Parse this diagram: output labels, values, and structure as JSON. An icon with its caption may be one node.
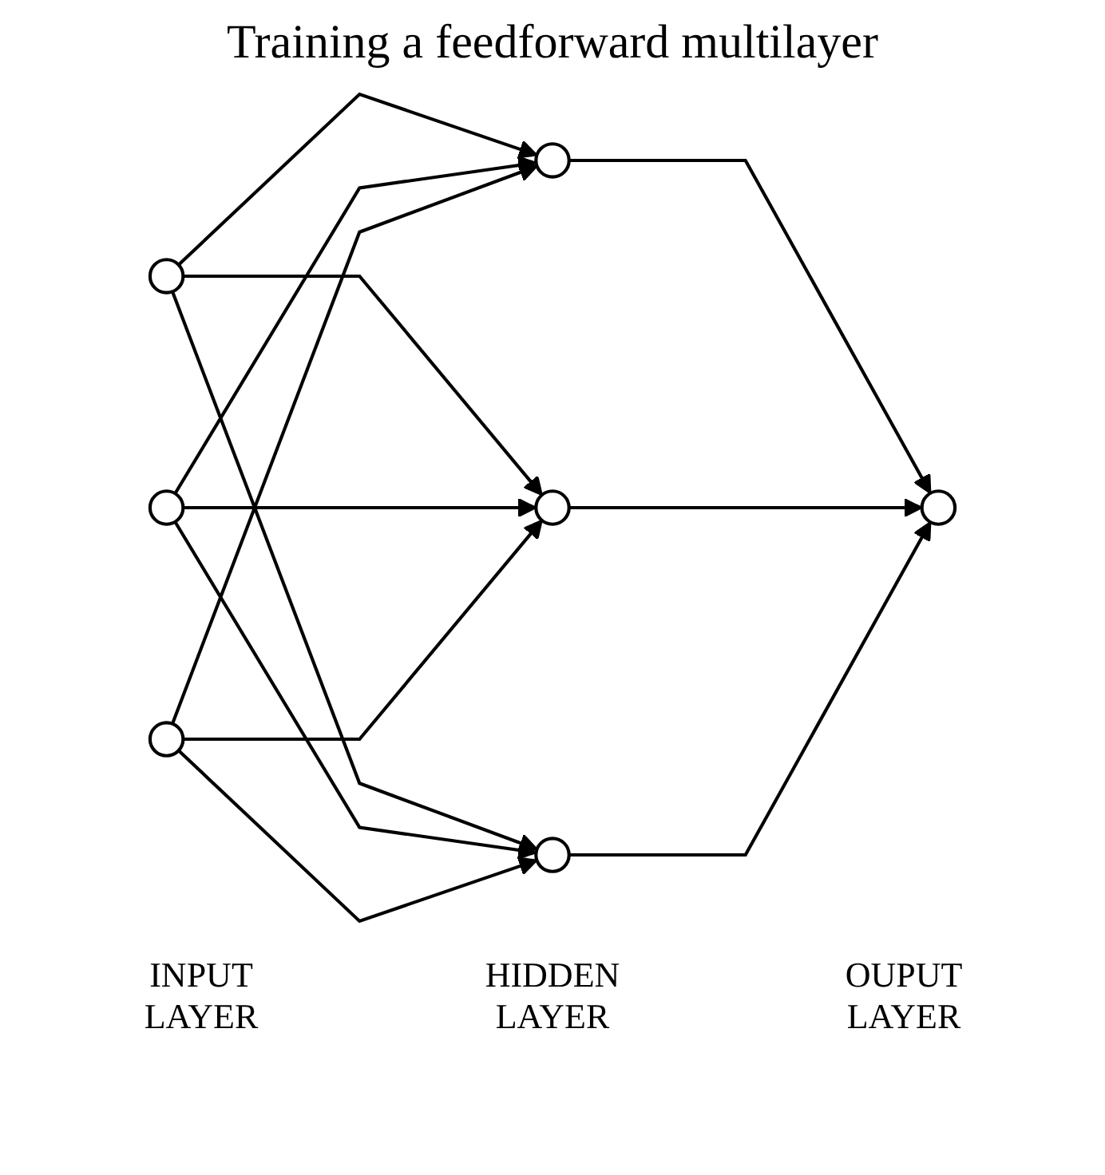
{
  "diagram": {
    "title": "Training a feedforward multilayer",
    "nodes": [
      {
        "text": [],
        "shape": "circle"
      },
      {
        "text": [],
        "shape": "circle"
      },
      {
        "text": [],
        "shape": "circle"
      },
      {
        "text": [],
        "shape": "circle"
      },
      {
        "text": [],
        "shape": "circle"
      },
      {
        "text": [],
        "shape": "circle"
      },
      {
        "text": [],
        "shape": "circle"
      }
    ],
    "edges": [
      {
        "from": 0,
        "to": 3,
        "arrow": "to"
      },
      {
        "from": 0,
        "to": 4,
        "arrow": "to"
      },
      {
        "from": 0,
        "to": 5,
        "arrow": "to"
      },
      {
        "from": 1,
        "to": 3,
        "arrow": "to"
      },
      {
        "from": 1,
        "to": 4,
        "arrow": "to"
      },
      {
        "from": 1,
        "to": 5,
        "arrow": "to"
      },
      {
        "from": 2,
        "to": 3,
        "arrow": "to"
      },
      {
        "from": 2,
        "to": 4,
        "arrow": "to"
      },
      {
        "from": 2,
        "to": 5,
        "arrow": "to"
      },
      {
        "from": 3,
        "to": 6,
        "arrow": "to"
      },
      {
        "from": 4,
        "to": 6,
        "arrow": "to"
      },
      {
        "from": 5,
        "to": 6,
        "arrow": "to"
      }
    ],
    "labels": [
      "INPUT LAYER",
      "HIDDEN LAYER",
      "OUPUT LAYER"
    ]
  }
}
